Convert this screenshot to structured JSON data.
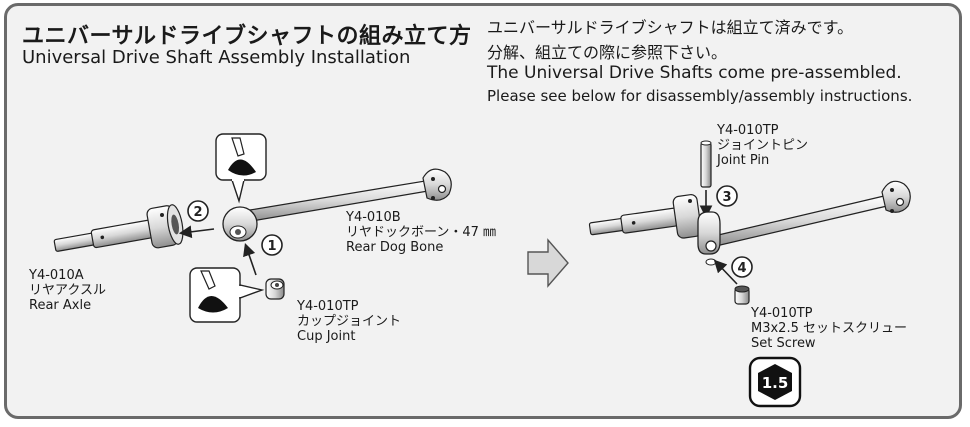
{
  "title": {
    "jp": "ユニバーサルドライブシャフトの組み立て方",
    "en": "Universal Drive Shaft Assembly Installation"
  },
  "notes": {
    "jp_line1": "ユニバーサルドライブシャフトは組立て済みです。",
    "jp_line2": "分解、組立ての際に参照下さい。",
    "en_line1": "The Universal Drive Shafts come pre-assembled.",
    "en_line2": "Please see below for disassembly/assembly instructions."
  },
  "parts": {
    "rear_axle": {
      "code": "Y4-010A",
      "jp": "リヤアクスル",
      "en": "Rear Axle"
    },
    "dog_bone": {
      "code": "Y4-010B",
      "jp": "リヤドックボーン・47 ㎜",
      "en": "Rear Dog Bone"
    },
    "cup_joint": {
      "code": "Y4-010TP",
      "jp": "カップジョイント",
      "en": "Cup Joint"
    },
    "joint_pin": {
      "code": "Y4-010TP",
      "jp": "ジョイントピン",
      "en": "Joint Pin"
    },
    "set_screw": {
      "code": "Y4-010TP",
      "jp": "M3x2.5 セットスクリュー",
      "en": "Set Screw"
    }
  },
  "steps": {
    "s1": "1",
    "s2": "2",
    "s3": "3",
    "s4": "4"
  },
  "hex_tool": {
    "size": "1.5"
  },
  "icons": [
    "grease-icon",
    "grease-icon",
    "arrow-right-icon",
    "hex-wrench-icon"
  ]
}
